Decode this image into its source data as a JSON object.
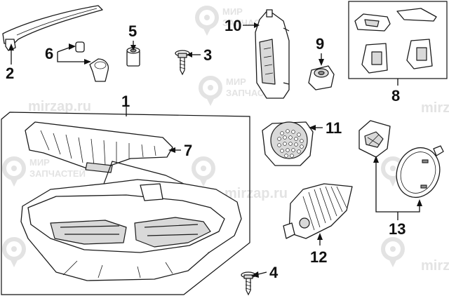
{
  "callouts": [
    {
      "label": "1"
    },
    {
      "label": "2"
    },
    {
      "label": "3"
    },
    {
      "label": "4"
    },
    {
      "label": "5"
    },
    {
      "label": "6"
    },
    {
      "label": "7"
    },
    {
      "label": "8"
    },
    {
      "label": "9"
    },
    {
      "label": "10"
    },
    {
      "label": "11"
    },
    {
      "label": "12"
    },
    {
      "label": "13"
    }
  ],
  "watermark": {
    "brand_top": "МИР",
    "brand_bottom": "ЗАПЧАСТЕЙ",
    "site": "mirzap.ru"
  }
}
